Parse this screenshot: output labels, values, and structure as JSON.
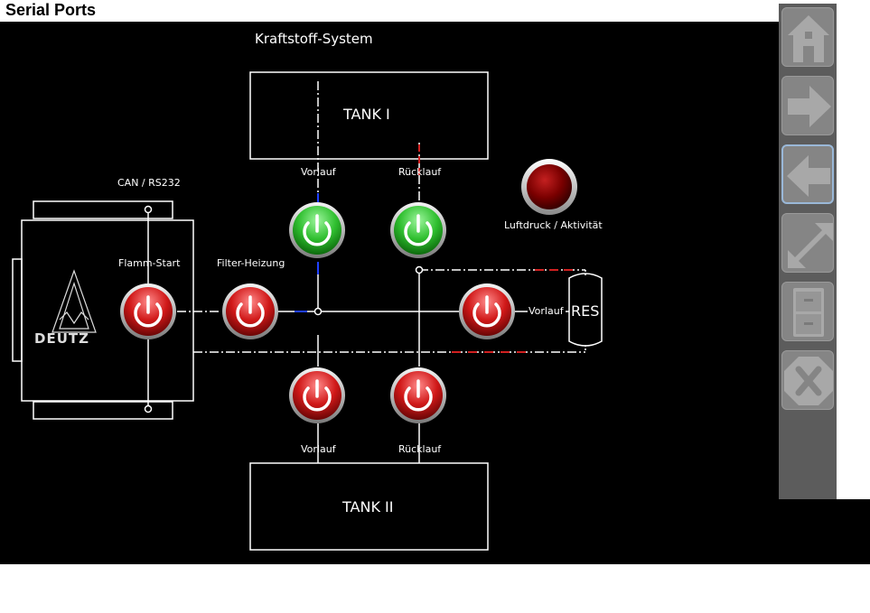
{
  "window": {
    "title": "Serial Ports"
  },
  "diagram": {
    "title": "Kraftstoff-System",
    "tank1": "TANK I",
    "tank2": "TANK II",
    "reservoir": "RES",
    "engine_brand": "DEUTZ",
    "can_label": "CAN / RS232",
    "labels": {
      "flamm_start": "Flamm-Start",
      "filter_heizung": "Filter-Heizung",
      "vorlauf_top": "Vorlauf",
      "ruecklauf_top": "Rücklauf",
      "vorlauf_res": "Vorlauf",
      "vorlauf_bottom": "Vorlauf",
      "ruecklauf_bottom": "Rücklauf",
      "luftdruck": "Luftdruck / Aktivität"
    },
    "colors": {
      "on": "#2fbf2f",
      "off": "#d01818",
      "indicator": "#8a0000",
      "line": "#ffffff"
    }
  },
  "switches": [
    {
      "name": "flamm-start-switch",
      "state": "off"
    },
    {
      "name": "filter-heizung-switch",
      "state": "off"
    },
    {
      "name": "tank1-vorlauf-switch",
      "state": "on"
    },
    {
      "name": "tank1-ruecklauf-switch",
      "state": "on"
    },
    {
      "name": "res-vorlauf-switch",
      "state": "off"
    },
    {
      "name": "tank2-vorlauf-switch",
      "state": "off"
    },
    {
      "name": "tank2-ruecklauf-switch",
      "state": "off"
    }
  ],
  "toolbar": [
    {
      "icon": "home-icon"
    },
    {
      "icon": "arrow-right-icon"
    },
    {
      "icon": "arrow-left-icon"
    },
    {
      "icon": "expand-icon"
    },
    {
      "icon": "cabinet-icon"
    },
    {
      "icon": "close-icon"
    }
  ]
}
